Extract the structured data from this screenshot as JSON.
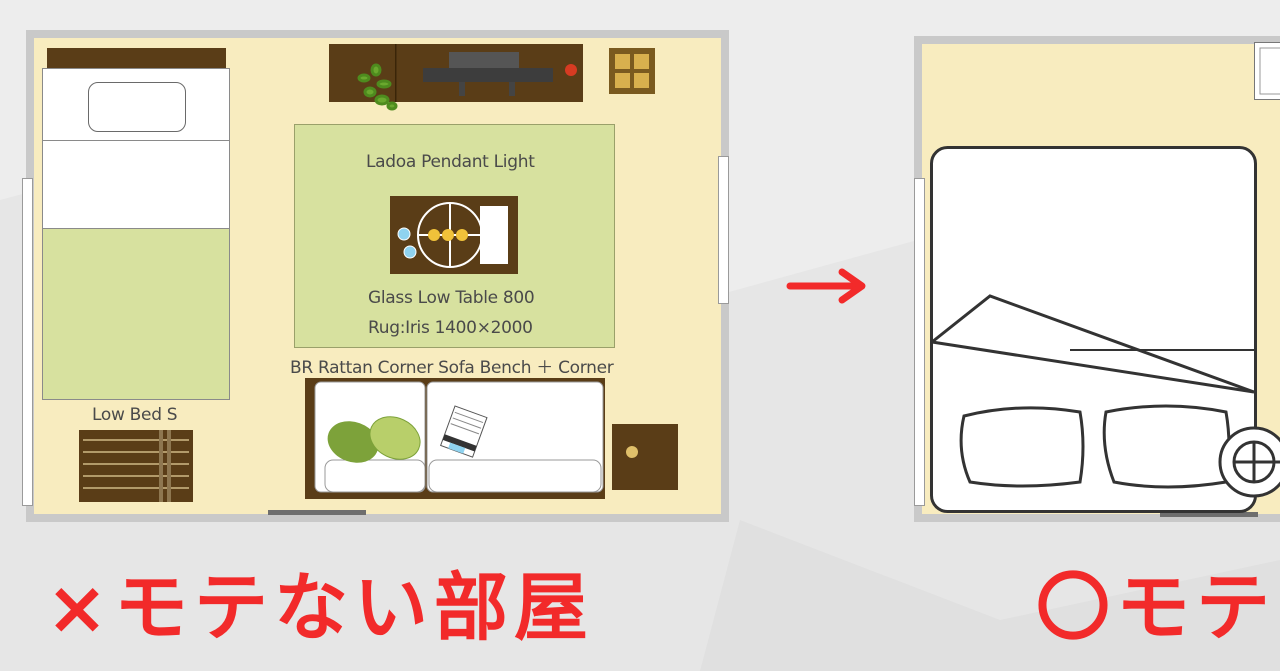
{
  "colors": {
    "accent_red": "#f22a2a",
    "floor": "#f8ecbf",
    "wall": "#c9c9c9",
    "rug": "#d7e19f",
    "wood": "#5a3d17"
  },
  "left_plan": {
    "labels": {
      "pendant_light": "Ladoa Pendant Light",
      "table": "Glass Low Table 800",
      "rug": "Rug:Iris 1400×2000",
      "sofa": "BR Rattan Corner Sofa Bench ＋ Corner",
      "bed": "Low Bed S"
    },
    "caption": "×モテない部屋"
  },
  "arrow": {
    "symbol": "→",
    "icon": "arrow-right-icon"
  },
  "right_plan": {
    "caption": "〇モテ"
  }
}
